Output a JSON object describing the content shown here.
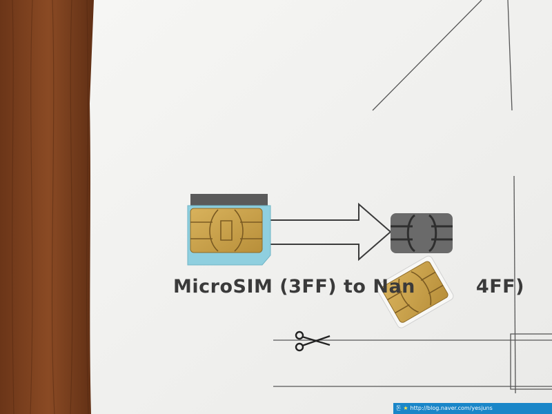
{
  "photo": {
    "guide_caption": "MicroSIM (3FF) to Nan",
    "guide_caption_tail": "4FF)",
    "watermark": {
      "title": "돈",
      "url": "http://blog.naver.com/yesjuns",
      "star": "★"
    }
  },
  "colors": {
    "wood": "#7a3f1e",
    "paper": "#f4f4f2",
    "ink": "#3a3a3a",
    "sim_blue": "#8fcfdf",
    "chip_gold": "#c9a24a",
    "template_gray": "#555555",
    "watermark_bg": "#1a86c8"
  },
  "icons": [
    "scissors-icon",
    "arrow-icon"
  ]
}
